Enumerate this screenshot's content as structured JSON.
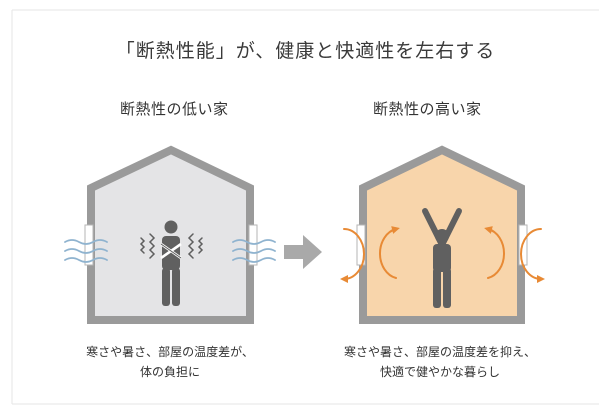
{
  "title": "「断熱性能」が、健康と快適性を左右する",
  "left": {
    "heading": "断熱性の低い家",
    "caption_line1": "寒さや暑さ、部屋の温度差が、",
    "caption_line2": "体の負担に"
  },
  "right": {
    "heading": "断熱性の高い家",
    "caption_line1": "寒さや暑さ、部屋の温度差を抑え、",
    "caption_line2": "快適で健やかな暮らし"
  },
  "colors": {
    "house_outline": "#9a9a9a",
    "low_interior": "#e4e4e6",
    "high_interior": "#f8d5ab",
    "wind": "#8fb3cf",
    "heat_arrow": "#e88a35",
    "person": "#606060",
    "arrow_gray": "#a9a9a9"
  }
}
